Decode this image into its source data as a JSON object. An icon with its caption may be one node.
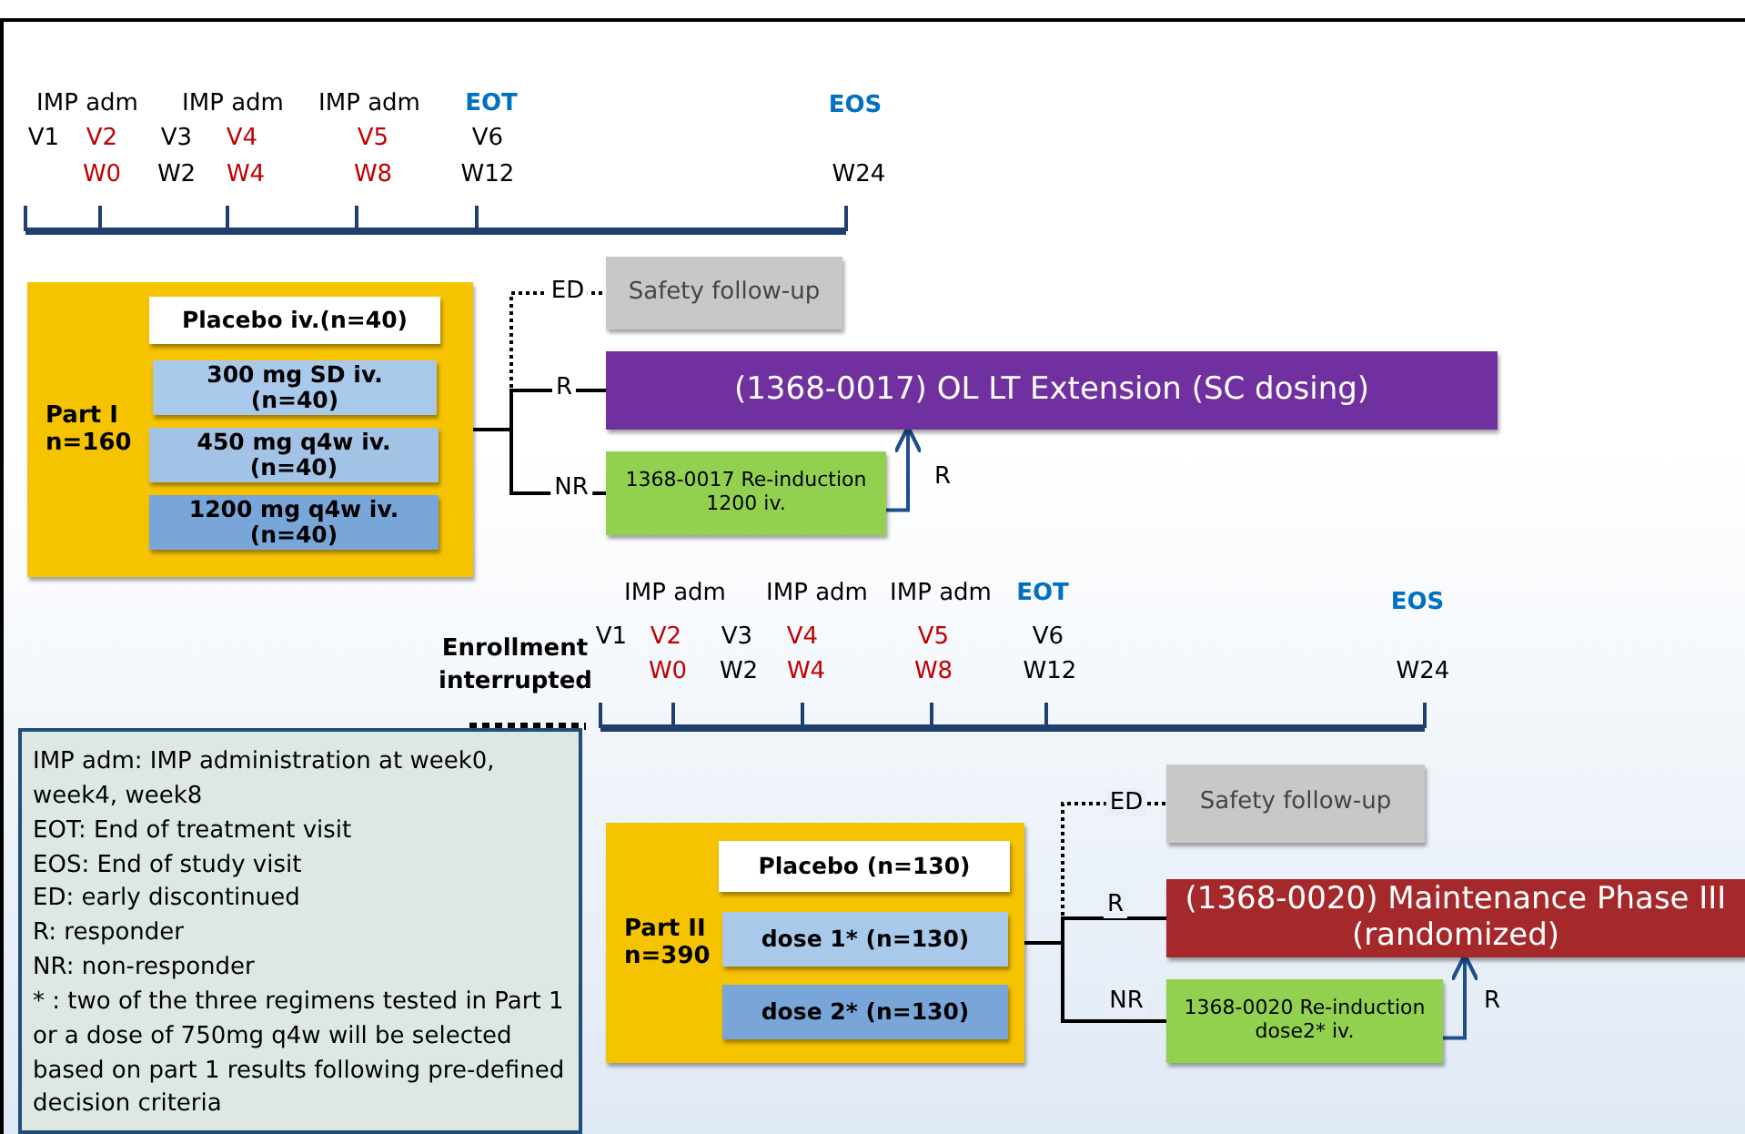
{
  "diagram": {
    "nodes": [
      {
        "text": [
          "Part I n=160"
        ]
      },
      {
        "text": [
          "Placebo iv.(n=40)"
        ],
        "in": 0
      },
      {
        "text": [
          "300 mg SD iv. (n=40)"
        ],
        "in": 0
      },
      {
        "text": [
          "450 mg q4w iv. (n=40)"
        ],
        "in": 0
      },
      {
        "text": [
          "1200 mg q4w iv. (n=40)"
        ],
        "in": 0
      },
      {
        "text": [
          "Safety follow-up"
        ]
      },
      {
        "text": [
          "(1368-0017) OL LT Extension (SC dosing)"
        ]
      },
      {
        "text": [
          "1368-0017 Re-induction 1200 iv."
        ]
      },
      {
        "text": [
          "Part II n=390"
        ]
      },
      {
        "text": [
          "Placebo (n=130)"
        ],
        "in": 8
      },
      {
        "text": [
          "dose 1* (n=130)"
        ],
        "in": 8
      },
      {
        "text": [
          "dose 2* (n=130)"
        ],
        "in": 8
      },
      {
        "text": [
          "Safety follow-up"
        ]
      },
      {
        "text": [
          "(1368-0020) Maintenance Phase III (randomized)"
        ]
      },
      {
        "text": [
          "1368-0020 Re-induction dose2* iv."
        ]
      },
      {
        "text": [
          "IMP adm: IMP administration at week0, week4, week8",
          "EOT: End of treatment visit",
          "EOS: End of study visit",
          "ED: early discontinued",
          "R: responder",
          "NR: non-responder",
          "* : two of the three regimens tested in Part 1 or a dose of 750mg q4w will be selected based on part 1 results following pre-defined decision criteria"
        ]
      }
    ],
    "edges": [
      {
        "from": 0,
        "to": 5,
        "arrow": "none",
        "label": "ED",
        "style": "dashed"
      },
      {
        "from": 0,
        "to": 6,
        "arrow": "none",
        "label": "R"
      },
      {
        "from": 0,
        "to": 7,
        "arrow": "none",
        "label": "NR"
      },
      {
        "from": 7,
        "to": 6,
        "arrow": "to",
        "label": "R",
        "color": "#1f4e8c"
      },
      {
        "from": 8,
        "to": 12,
        "arrow": "none",
        "label": "ED",
        "style": "dashed"
      },
      {
        "from": 8,
        "to": 13,
        "arrow": "none",
        "label": "R"
      },
      {
        "from": 8,
        "to": 14,
        "arrow": "none",
        "label": "NR"
      },
      {
        "from": 14,
        "to": 13,
        "arrow": "to",
        "label": "R",
        "color": "#1f4e8c"
      }
    ],
    "labels": [
      "IMP adm",
      "IMP adm",
      "IMP adm",
      "EOT",
      "EOS",
      "V1",
      "V2",
      "V3",
      "V4",
      "V5",
      "V6",
      "W0",
      "W2",
      "W4",
      "W8",
      "W12",
      "W24",
      "Enrollment interrupted",
      "IMP adm",
      "IMP adm",
      "IMP adm",
      "EOT",
      "EOS",
      "V1",
      "V2",
      "V3",
      "V4",
      "V5",
      "V6",
      "W0",
      "W2",
      "W4",
      "W8",
      "W12",
      "W24"
    ]
  }
}
